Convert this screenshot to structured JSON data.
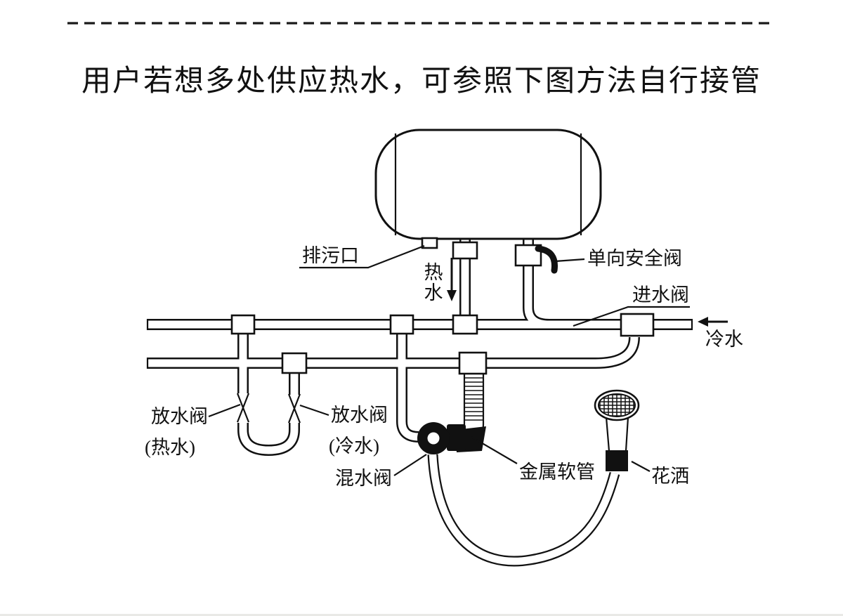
{
  "title": "用户若想多处供应热水，可参照下图方法自行接管",
  "labels": {
    "drain_outlet": "排污口",
    "hot_water_char1": "热",
    "hot_water_char2": "水",
    "one_way_safety_valve": "单向安全阀",
    "water_inlet_valve": "进水阀",
    "cold_water": "冷水",
    "drain_valve": "放水阀",
    "drain_valve_hot_sub": "(热水)",
    "drain_valve_cold_sub": "(冷水)",
    "mixing_valve": "混水阀",
    "metal_hose": "金属软管",
    "shower": "花洒"
  },
  "colors": {
    "line": "#111111",
    "background": "#ffffff"
  }
}
